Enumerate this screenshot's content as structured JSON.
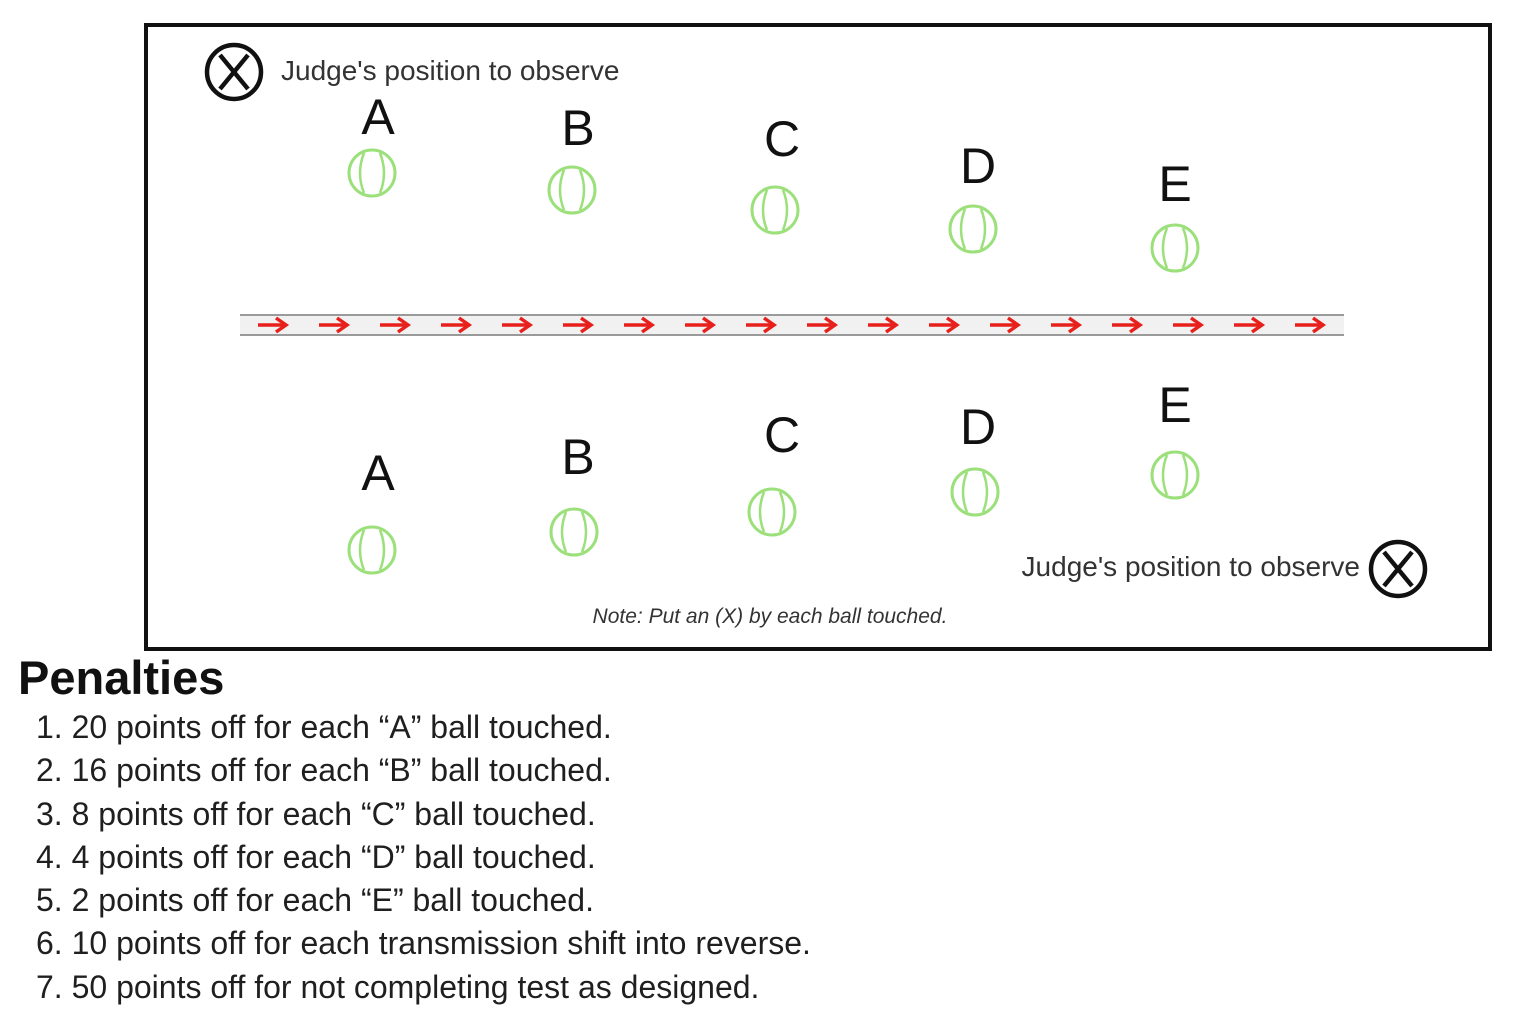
{
  "course": {
    "judge_label_top": "Judge's position to observe",
    "judge_label_bottom": "Judge's position to observe",
    "judge_icon": "circled-x-icon",
    "ball_icon": "tennis-ball-icon",
    "path_icon": "red-arrow-right-icon",
    "note": "Note: Put an (X) by each ball touched.",
    "top_row": [
      "A",
      "B",
      "C",
      "D",
      "E"
    ],
    "bottom_row": [
      "A",
      "B",
      "C",
      "D",
      "E"
    ],
    "colors": {
      "ball": "#9be07a",
      "arrow": "#e8201c",
      "path_line": "#9a9a9a",
      "border": "#111111"
    }
  },
  "penalties": {
    "title": "Penalties",
    "items": [
      "1. 20 points off for each “A” ball touched.",
      "2. 16 points off for each “B” ball touched.",
      "3. 8 points off for each “C” ball touched.",
      "4. 4 points off for each “D” ball touched.",
      "5. 2 points off for each “E” ball touched.",
      "6. 10 points off for each transmission shift into reverse.",
      "7. 50 points off for not completing test as designed."
    ]
  }
}
